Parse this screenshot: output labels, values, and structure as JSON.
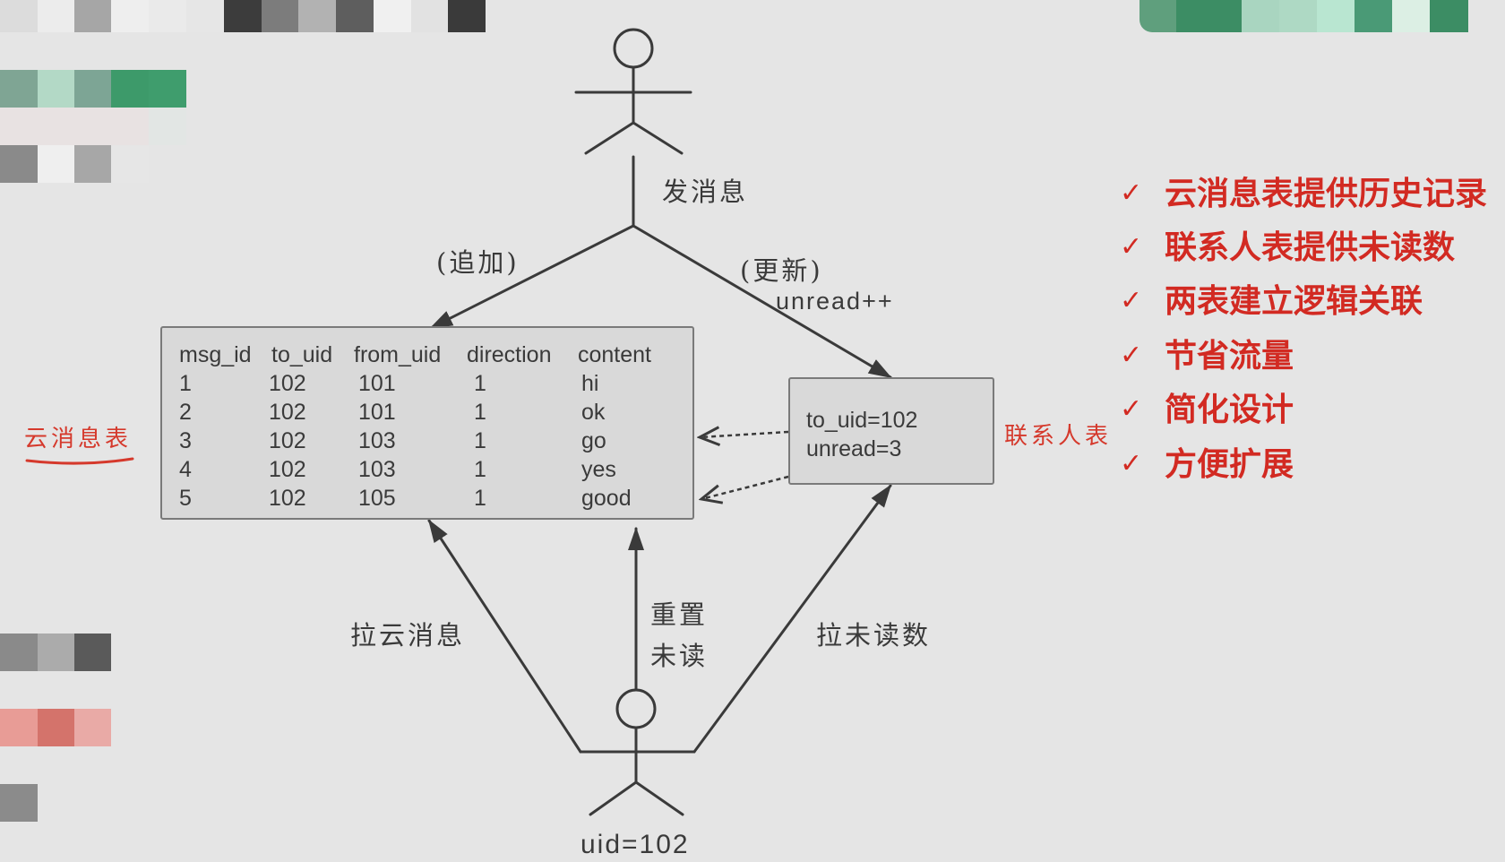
{
  "diagram": {
    "sender_action": "发消息",
    "append_label": "(追加)",
    "update_label": "(更新)",
    "update_detail": "unread++",
    "pull_cloud_label": "拉云消息",
    "reset_unread_label": [
      "重置",
      "未读"
    ],
    "pull_unread_label": "拉未读数",
    "receiver_label": "uid=102"
  },
  "cloud_message_table": {
    "title": "云消息表",
    "columns": [
      "msg_id",
      "to_uid",
      "from_uid",
      "direction",
      "content"
    ],
    "rows": [
      [
        "1",
        "102",
        "101",
        "1",
        "hi"
      ],
      [
        "2",
        "102",
        "101",
        "1",
        "ok"
      ],
      [
        "3",
        "102",
        "103",
        "1",
        "go"
      ],
      [
        "4",
        "102",
        "103",
        "1",
        "yes"
      ],
      [
        "5",
        "102",
        "105",
        "1",
        "good"
      ]
    ]
  },
  "contact_table": {
    "title": "联系人表",
    "fields": [
      "to_uid=102",
      "unread=3"
    ]
  },
  "benefits": {
    "check_glyph": "✓",
    "items": [
      "云消息表提供历史记录",
      "联系人表提供未读数",
      "两表建立逻辑关联",
      "节省流量",
      "简化设计",
      "方便扩展"
    ]
  },
  "colors": {
    "background": "#e5e5e5",
    "line": "#3a3a3a",
    "accent_red": "#d22a22",
    "box_fill": "#d9d9d9"
  }
}
